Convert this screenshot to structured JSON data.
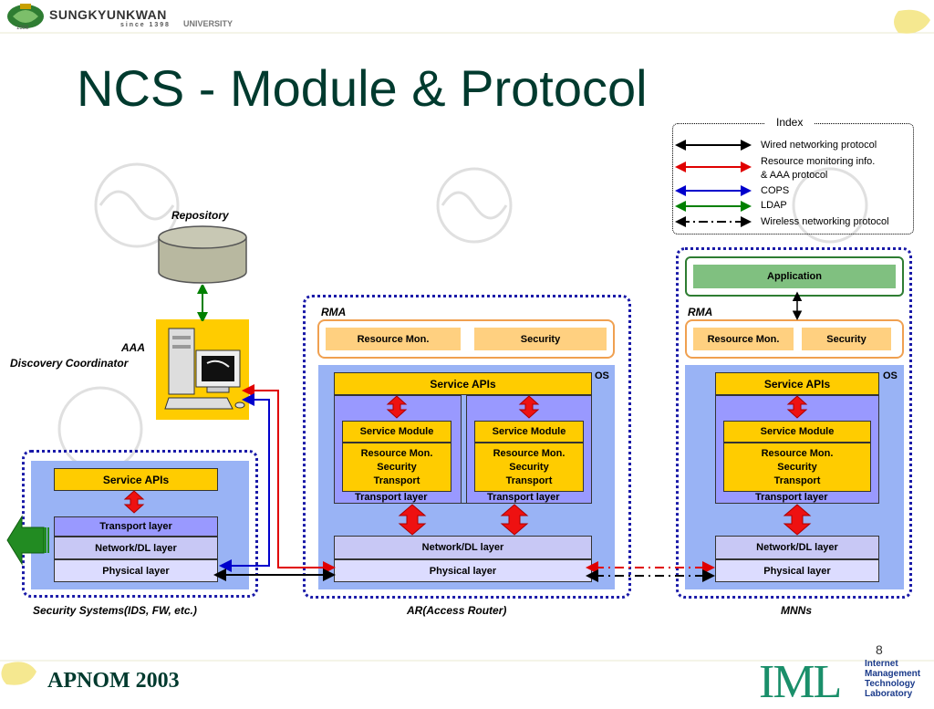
{
  "header": {
    "university_name": "SUNGKYUNKWAN",
    "university_word": "UNIVERSITY",
    "since": "s i n c e   1 3 9 8",
    "seal_year": "1398",
    "title": "NCS - Module & Protocol"
  },
  "index": {
    "title": "Index",
    "items": [
      {
        "label": "Wired networking protocol",
        "color": "#000000",
        "style": "solid"
      },
      {
        "label": "Resource monitoring info.\n& AAA protocol",
        "color": "#e00000",
        "style": "solid"
      },
      {
        "label": "COPS",
        "color": "#0000cc",
        "style": "solid"
      },
      {
        "label": "LDAP",
        "color": "#008000",
        "style": "solid"
      },
      {
        "label": "Wireless networking protocol",
        "color": "#000000",
        "style": "dashdot"
      }
    ]
  },
  "repository": {
    "label": "Repository"
  },
  "aaa": {
    "line1": "AAA",
    "line2": "Discovery Coordinator"
  },
  "security_systems": {
    "caption": "Security Systems(IDS, FW, etc.)",
    "service_apis": "Service APIs",
    "transport": "Transport layer",
    "network": "Network/DL layer",
    "physical": "Physical layer"
  },
  "ar": {
    "caption": "AR(Access Router)",
    "rma": "RMA",
    "resource_mon": "Resource Mon.",
    "security": "Security",
    "os": "OS",
    "service_apis": "Service APIs",
    "module1": {
      "title": "Service Module",
      "body": "Resource Mon.\nSecurity\nTransport",
      "layer": "Transport layer"
    },
    "module2": {
      "title": "Service Module",
      "body": "Resource Mon.\nSecurity\nTransport",
      "layer": "Transport layer"
    },
    "network": "Network/DL layer",
    "physical": "Physical layer"
  },
  "mnn": {
    "caption": "MNNs",
    "application": "Application",
    "rma": "RMA",
    "resource_mon": "Resource Mon.",
    "security": "Security",
    "os": "OS",
    "service_apis": "Service APIs",
    "module": {
      "title": "Service Module",
      "body": "Resource Mon.\nSecurity\nTransport",
      "layer": "Transport layer"
    },
    "network": "Network/DL layer",
    "physical": "Physical layer"
  },
  "footer": {
    "conference": "APNOM 2003",
    "page_number": "8",
    "lab_logo": "IML",
    "lab_lines": [
      "Internet",
      "Management",
      "Technology",
      "Laboratory"
    ]
  },
  "colors": {
    "title": "#003a2e",
    "os_bg": "#99b3f5",
    "service_yellow": "#ffcc00",
    "module_purple": "#9999ff",
    "arrow_red": "#ee1111",
    "dotted_border": "#1a1aa8",
    "application_green": "#80c080"
  }
}
